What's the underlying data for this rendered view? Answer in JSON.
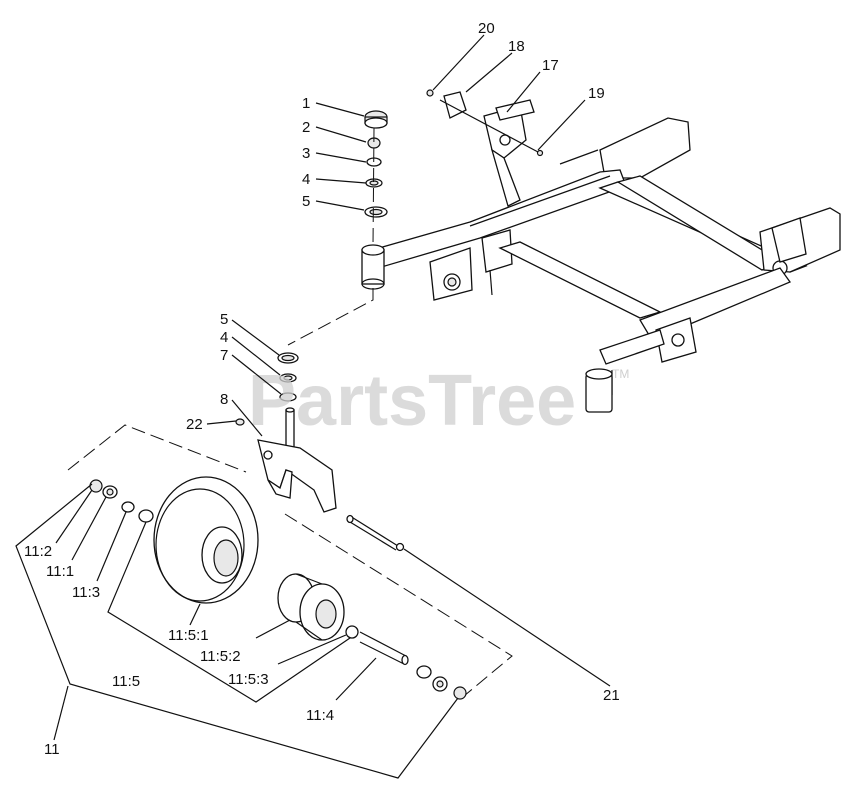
{
  "watermark": {
    "text": "PartsTree",
    "tm": "TM"
  },
  "colors": {
    "ink": "#111111",
    "watermark": "#cfcfcf",
    "background": "#ffffff"
  },
  "callouts": [
    {
      "id": "c1",
      "text": "1"
    },
    {
      "id": "c2",
      "text": "2"
    },
    {
      "id": "c3",
      "text": "3"
    },
    {
      "id": "c4a",
      "text": "4"
    },
    {
      "id": "c5a",
      "text": "5"
    },
    {
      "id": "c5b",
      "text": "5"
    },
    {
      "id": "c4b",
      "text": "4"
    },
    {
      "id": "c7",
      "text": "7"
    },
    {
      "id": "c8",
      "text": "8"
    },
    {
      "id": "c22",
      "text": "22"
    },
    {
      "id": "c20",
      "text": "20"
    },
    {
      "id": "c18",
      "text": "18"
    },
    {
      "id": "c17",
      "text": "17"
    },
    {
      "id": "c19",
      "text": "19"
    },
    {
      "id": "c11_2",
      "text": "11:2"
    },
    {
      "id": "c11_1",
      "text": "11:1"
    },
    {
      "id": "c11_3",
      "text": "11:3"
    },
    {
      "id": "c11_5_1",
      "text": "11:5:1"
    },
    {
      "id": "c11_5_2",
      "text": "11:5:2"
    },
    {
      "id": "c11_5_3",
      "text": "11:5:3"
    },
    {
      "id": "c11_5",
      "text": "11:5"
    },
    {
      "id": "c11_4",
      "text": "11:4"
    },
    {
      "id": "c11",
      "text": "11"
    },
    {
      "id": "c21",
      "text": "21"
    }
  ]
}
